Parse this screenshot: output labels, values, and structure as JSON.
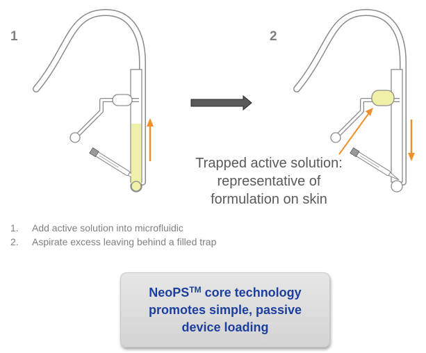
{
  "panels": [
    {
      "number": "1"
    },
    {
      "number": "2"
    }
  ],
  "callout": {
    "lines": [
      "Trapped active solution:",
      "representative of",
      "formulation on skin"
    ]
  },
  "steps": [
    {
      "num": "1.",
      "text": "Add active solution into microfluidic"
    },
    {
      "num": "2.",
      "text": "Aspirate excess leaving behind a filled trap"
    }
  ],
  "box": {
    "line1_prefix": "NeoPS",
    "line1_sup": "TM",
    "line1_suffix": " core technology",
    "line2": "promotes simple, passive",
    "line3": "device loading"
  },
  "colors": {
    "fluid": "#f0f0a8",
    "arrow_orange": "#f0902a",
    "big_arrow": "#5a5a5a",
    "box_text": "#1c3f9e",
    "device_stroke": "#8a8a8a"
  }
}
